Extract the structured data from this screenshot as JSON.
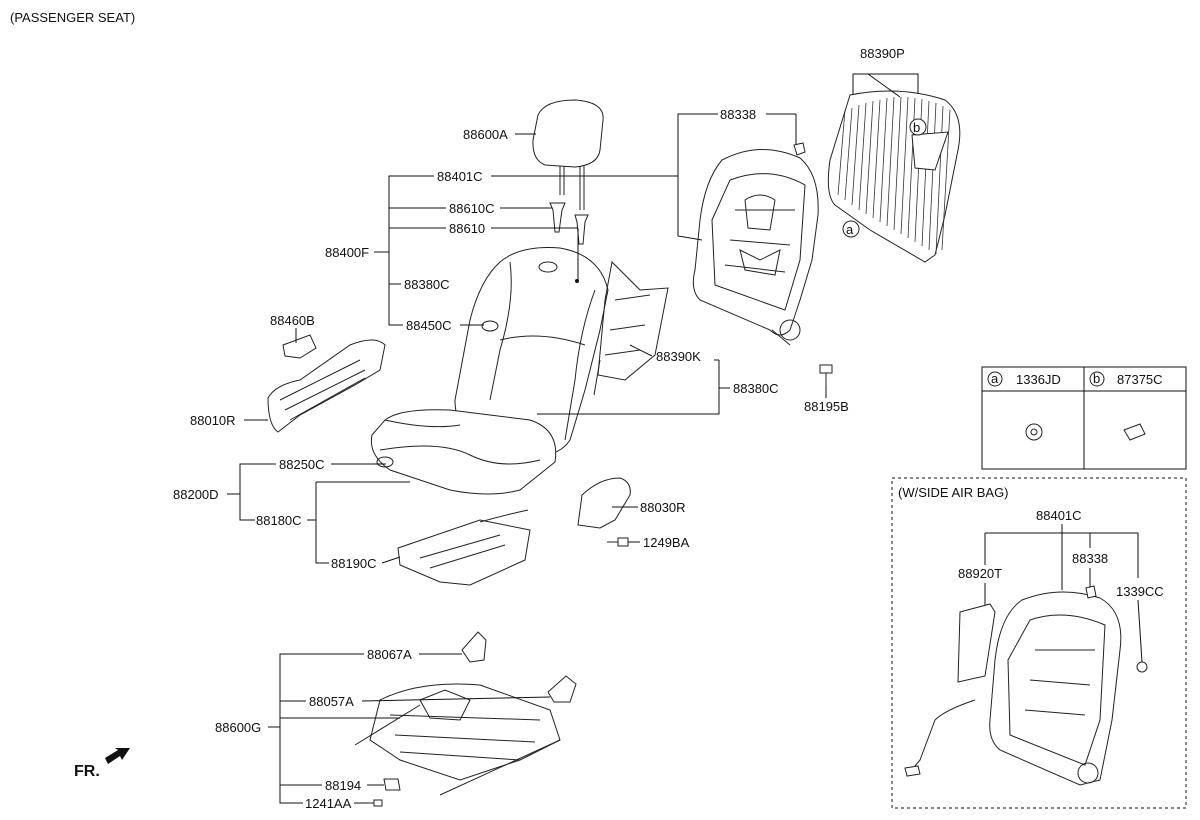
{
  "title": "(PASSENGER SEAT)",
  "front_label": "FR.",
  "parts": {
    "p88390P": "88390P",
    "p88338": "88338",
    "p88600A": "88600A",
    "p88401C": "88401C",
    "p88610C": "88610C",
    "p88610": "88610",
    "p88400F": "88400F",
    "p88380C_a": "88380C",
    "p88450C": "88450C",
    "p88460B": "88460B",
    "p88010R": "88010R",
    "p88390K": "88390K",
    "p88380C_b": "88380C",
    "p88195B": "88195B",
    "p88250C": "88250C",
    "p88200D": "88200D",
    "p88180C": "88180C",
    "p88190C": "88190C",
    "p88030R": "88030R",
    "p1249BA": "1249BA",
    "p88067A": "88067A",
    "p88057A": "88057A",
    "p88600G": "88600G",
    "p88194": "88194",
    "p1241AA": "1241AA"
  },
  "callouts": {
    "a": "a",
    "b": "b"
  },
  "legend": {
    "a_letter": "a",
    "a_part": "1336JD",
    "b_letter": "b",
    "b_part": "87375C"
  },
  "inset": {
    "title": "(W/SIDE AIR BAG)",
    "p88401C": "88401C",
    "p88338": "88338",
    "p88920T": "88920T",
    "p1339CC": "1339CC"
  }
}
